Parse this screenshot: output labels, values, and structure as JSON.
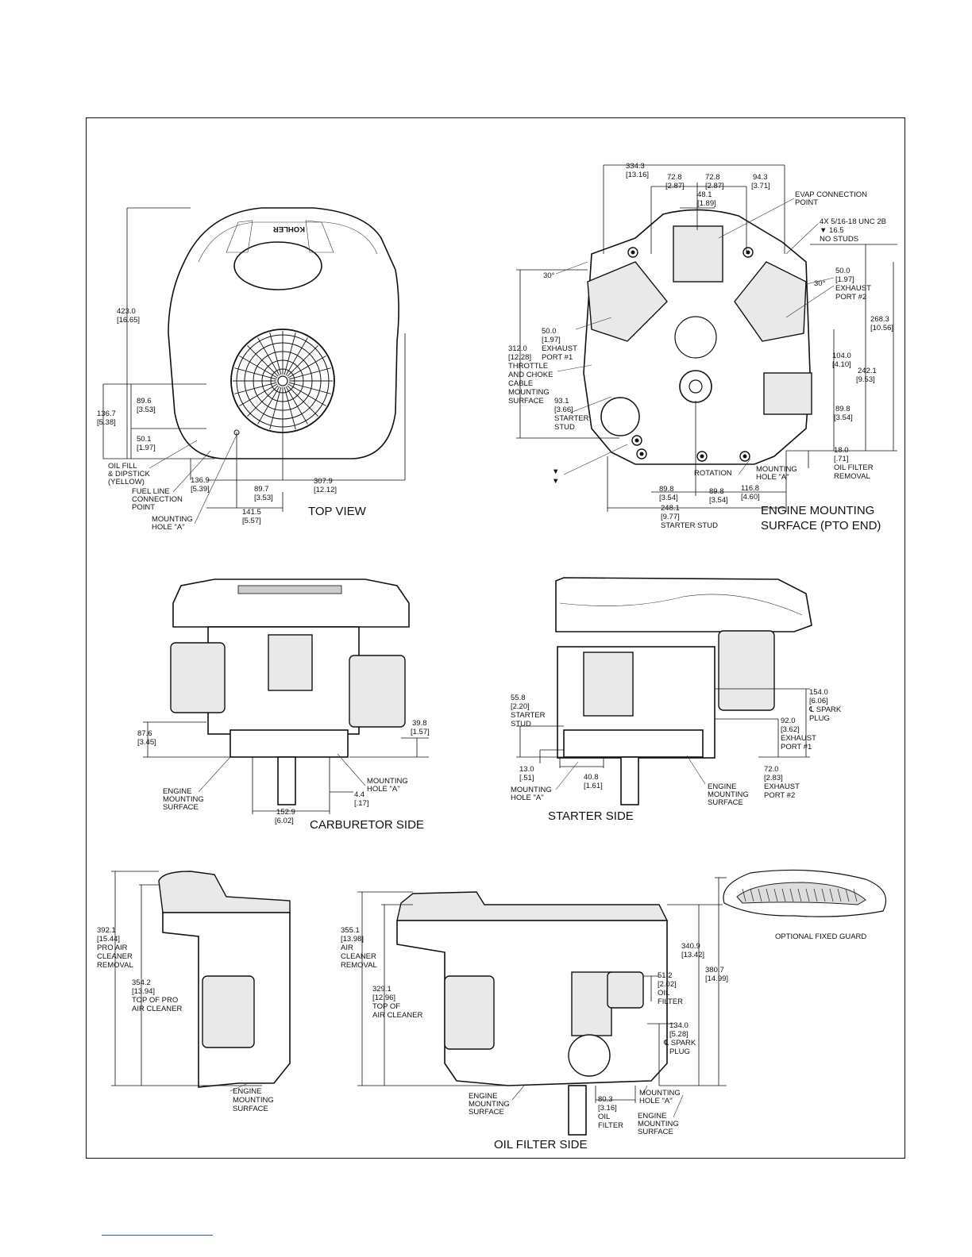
{
  "views": {
    "top": {
      "title": "TOP VIEW",
      "logo": "KOHLER",
      "dims": {
        "d1": [
          "423.0",
          "[16.65]"
        ],
        "d2": [
          "89.6",
          "[3.53]"
        ],
        "d3": [
          "136.7",
          "[5.38]"
        ],
        "d4": [
          "50.1",
          "[1.97]"
        ],
        "d5": [
          "136.9",
          "[5.39]"
        ],
        "d6": [
          "89.7",
          "[3.53]"
        ],
        "d7": [
          "307.9",
          "[12.12]"
        ],
        "d8": [
          "141.5",
          "[5.57]"
        ]
      },
      "callouts": {
        "oil_fill": [
          "OIL FILL",
          "& DIPSTICK",
          "(YELLOW)"
        ],
        "fuel_line": [
          "FUEL LINE",
          "CONNECTION",
          "POINT"
        ],
        "mounting_hole": [
          "MOUNTING",
          "HOLE \"A\""
        ]
      }
    },
    "pto": {
      "title": [
        "ENGINE MOUNTING",
        "SURFACE (PTO END)"
      ],
      "dims": {
        "d1": [
          "334.3",
          "[13.16]"
        ],
        "d2": [
          "72.8",
          "[2.87]"
        ],
        "d3": [
          "72.8",
          "[2.87]"
        ],
        "d4": [
          "94.3",
          "[3.71]"
        ],
        "d5": [
          "48.1",
          "[1.89]"
        ],
        "d6": [
          "50.0",
          "[1.97]"
        ],
        "d7": [
          "268.3",
          "[10.56]"
        ],
        "d8": [
          "104.0",
          "[4.10]"
        ],
        "d9": [
          "242.1",
          "[9.53]"
        ],
        "d10": [
          "89.8",
          "[3.54]"
        ],
        "d11": [
          "18.0",
          "[.71]"
        ],
        "d12": [
          "312.0",
          "[12.28]"
        ],
        "d13": [
          "50.0",
          "[1.97]"
        ],
        "d14": [
          "93.1",
          "[3.66]"
        ],
        "d15": [
          "89.8",
          "[3.54]"
        ],
        "d16": [
          "89.8",
          "[3.54]"
        ],
        "d17": [
          "116.8",
          "[4.60]"
        ],
        "d18": [
          "248.1",
          "[9.77]"
        ]
      },
      "angles": [
        "30°",
        "30°"
      ],
      "callouts": {
        "evap": [
          "EVAP CONNECTION",
          "POINT"
        ],
        "studs": [
          "4X  5/16-18 UNC 2B",
          "▼ 16.5",
          "NO STUDS"
        ],
        "exhaust2": [
          "EXHAUST",
          "PORT #2"
        ],
        "oil_filter_removal": [
          "OIL FILTER",
          "REMOVAL"
        ],
        "exhaust1": [
          "EXHAUST",
          "PORT #1"
        ],
        "throttle": [
          "THROTTLE",
          "AND CHOKE",
          "CABLE",
          "MOUNTING",
          "SURFACE"
        ],
        "starter_stud": [
          "STARTER",
          "STUD"
        ],
        "rotation": "ROTATION",
        "mounting_hole": [
          "MOUNTING",
          "HOLE \"A\""
        ],
        "starter_stud_bottom": "STARTER STUD",
        "symbols": [
          "▼",
          "▼"
        ]
      }
    },
    "carb": {
      "title": "CARBURETOR SIDE",
      "dims": {
        "d1": [
          "87.6",
          "[3.45]"
        ],
        "d2": [
          "39.8",
          "[1.57]"
        ],
        "d3": [
          "4.4",
          "[.17]"
        ],
        "d4": [
          "152.9",
          "[6.02]"
        ]
      },
      "callouts": {
        "ems": [
          "ENGINE",
          "MOUNTING",
          "SURFACE"
        ],
        "mh": [
          "MOUNTING",
          "HOLE \"A\""
        ]
      }
    },
    "starter": {
      "title": "STARTER SIDE",
      "dims": {
        "d1": [
          "55.8",
          "[2.20]"
        ],
        "d2": [
          "154.0",
          "[6.06]"
        ],
        "d3": [
          "92.0",
          "[3.62]"
        ],
        "d4": [
          "13.0",
          "[.51]"
        ],
        "d5": [
          "40.8",
          "[1.61]"
        ],
        "d6": [
          "72.0",
          "[2.83]"
        ]
      },
      "callouts": {
        "starter_stud": [
          "STARTER",
          "STUD"
        ],
        "spark": [
          "℄ SPARK",
          "PLUG"
        ],
        "exhaust1": [
          "EXHAUST",
          "PORT #1"
        ],
        "exhaust2": [
          "EXHAUST",
          "PORT #2"
        ],
        "mh": [
          "MOUNTING",
          "HOLE \"A\""
        ],
        "ems": [
          "ENGINE",
          "MOUNTING",
          "SURFACE"
        ]
      }
    },
    "pro": {
      "dims": {
        "d1": [
          "392.1",
          "[15.44]"
        ],
        "d2": [
          "354.2",
          "[13.94]"
        ]
      },
      "callouts": {
        "pro_removal": [
          "PRO AIR",
          "CLEANER",
          "REMOVAL"
        ],
        "top_pro": [
          "TOP OF PRO",
          "AIR CLEANER"
        ],
        "ems": [
          "ENGINE",
          "MOUNTING",
          "SURFACE"
        ]
      }
    },
    "oilfilter": {
      "title": "OIL FILTER SIDE",
      "dims": {
        "d1": [
          "355.1",
          "[13.98]"
        ],
        "d2": [
          "329.1",
          "[12.96]"
        ],
        "d3": [
          "340.9",
          "[13.42]"
        ],
        "d4": [
          "380.7",
          "[14.99]"
        ],
        "d5": [
          "51.2",
          "[2.02]"
        ],
        "d6": [
          "134.0",
          "[5.28]"
        ],
        "d7": [
          "80.3",
          "[3.16]"
        ]
      },
      "callouts": {
        "air_removal": [
          "AIR",
          "CLEANER",
          "REMOVAL"
        ],
        "top_air": [
          "TOP OF",
          "AIR CLEANER"
        ],
        "oil_filter": [
          "OIL",
          "FILTER"
        ],
        "spark": [
          "℄ SPARK",
          "PLUG"
        ],
        "mh": [
          "MOUNTING",
          "HOLE \"A\""
        ],
        "ems_left": [
          "ENGINE",
          "MOUNTING",
          "SURFACE"
        ],
        "ems_right": [
          "ENGINE",
          "MOUNTING",
          "SURFACE"
        ],
        "oil_filter_bottom": [
          "OIL",
          "FILTER"
        ]
      }
    },
    "guard": {
      "title": "OPTIONAL FIXED GUARD"
    }
  }
}
